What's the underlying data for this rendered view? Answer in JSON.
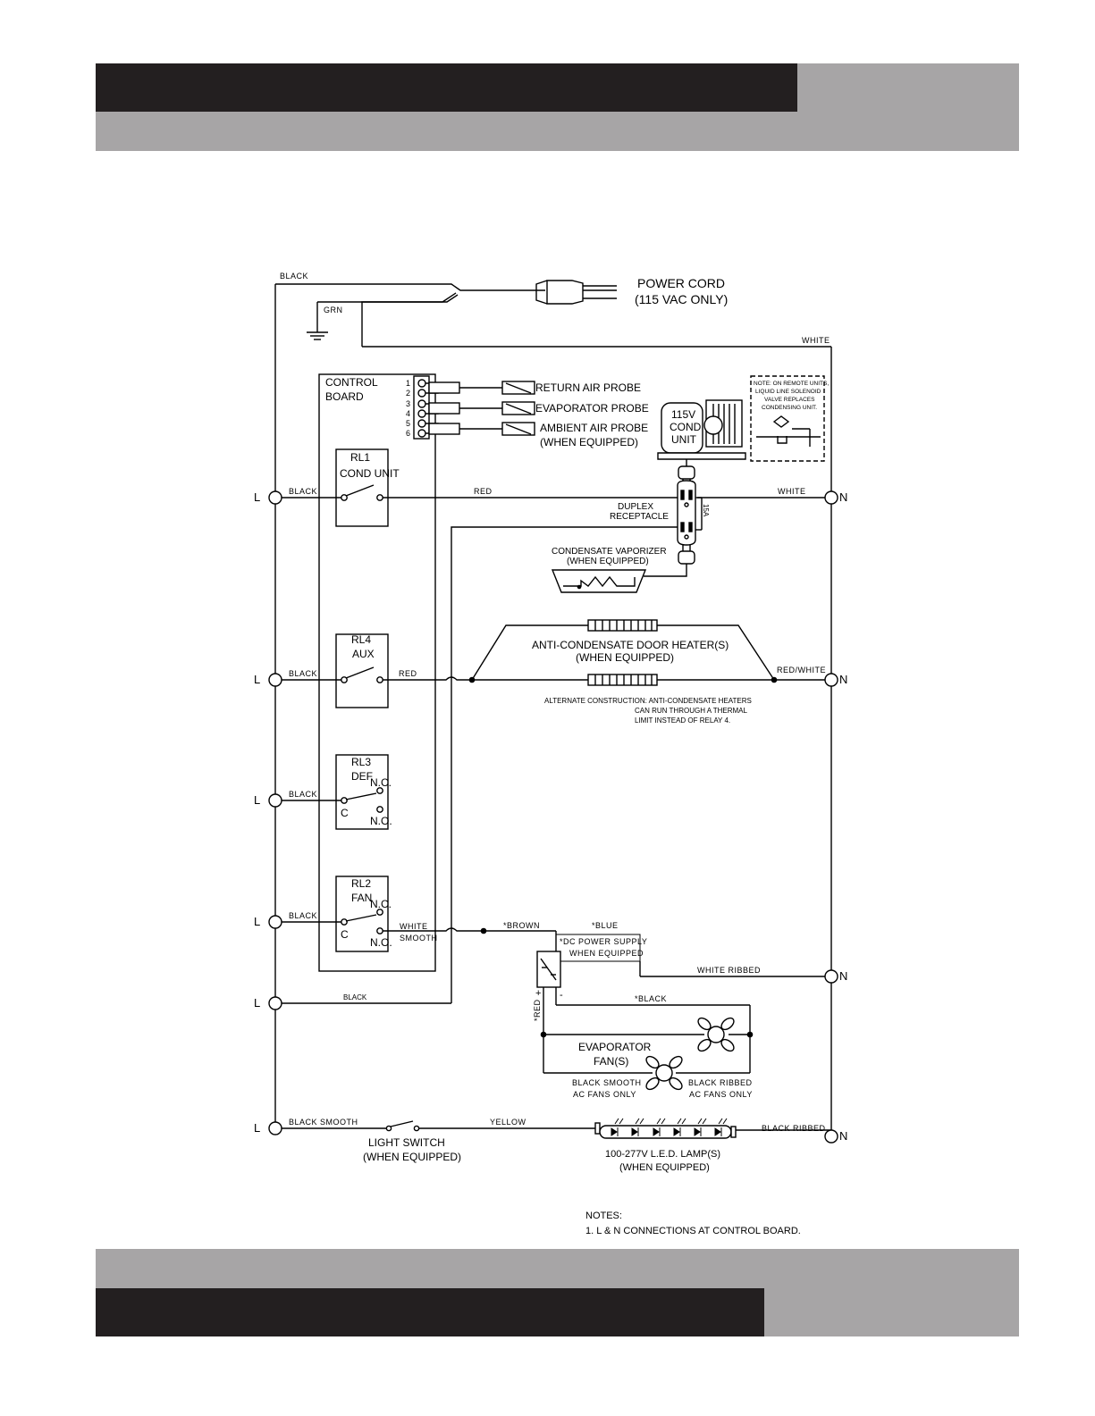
{
  "colors": {
    "dark_bar": "#231f20",
    "grey_bar": "#a7a5a6",
    "line": "#000000"
  },
  "power_cord": {
    "title": "POWER CORD",
    "subtitle": "(115 VAC ONLY)"
  },
  "wires": {
    "black_top": "BLACK",
    "grn": "GRN",
    "white_top": "WHITE",
    "black_rl1": "BLACK",
    "red_rl1": "RED",
    "white_rl1": "WHITE",
    "black_rl4": "BLACK",
    "red_rl4": "RED",
    "red_white": "RED/WHITE",
    "black_rl3": "BLACK",
    "black_rl2": "BLACK",
    "white_smooth_1": "WHITE",
    "white_smooth_2": "SMOOTH",
    "brown": "*BROWN",
    "blue": "*BLUE",
    "white_ribbed": "WHITE RIBBED",
    "black_l6": "BLACK",
    "black_dc": "*BLACK",
    "red_dc": "*RED",
    "black_smooth_fan": "BLACK SMOOTH",
    "ac_fans_1": "AC FANS ONLY",
    "black_ribbed_fan": "BLACK RIBBED",
    "ac_fans_2": "AC FANS ONLY",
    "black_smooth_light": "BLACK SMOOTH",
    "yellow": "YELLOW",
    "black_ribbed_light": "BLACK RIBBED"
  },
  "control_board": {
    "title_1": "CONTROL",
    "title_2": "BOARD",
    "terminals": [
      "1",
      "2",
      "3",
      "4",
      "5",
      "6"
    ],
    "probes": [
      "RETURN AIR PROBE",
      "EVAPORATOR PROBE",
      "AMBIENT AIR PROBE",
      "(WHEN EQUIPPED)"
    ]
  },
  "relays": {
    "rl1": {
      "name": "RL1",
      "label": "COND UNIT"
    },
    "rl4": {
      "name": "RL4",
      "label": "AUX"
    },
    "rl3": {
      "name": "RL3",
      "label": "DEF",
      "nc": "N.C.",
      "no": "N.O.",
      "c": "C"
    },
    "rl2": {
      "name": "RL2",
      "label": "FAN",
      "nc": "N.C.",
      "no": "N.O.",
      "c": "C"
    }
  },
  "cond_unit": {
    "line1": "115V",
    "line2": "COND",
    "line3": "UNIT"
  },
  "remote_note": [
    "NOTE: ON REMOTE UNITS,",
    "LIQUID LINE SOLENOID",
    "VALVE REPLACES",
    "CONDENSING UNIT."
  ],
  "duplex": {
    "line1": "DUPLEX",
    "line2": "RECEPTACLE",
    "side": "15A"
  },
  "vaporizer": {
    "line1": "CONDENSATE VAPORIZER",
    "line2": "(WHEN EQUIPPED)"
  },
  "door_heater": {
    "line1": "ANTI-CONDENSATE DOOR HEATER(S)",
    "line2": "(WHEN EQUIPPED)"
  },
  "alternate": {
    "line1": "ALTERNATE CONSTRUCTION: ANTI-CONDENSATE HEATERS",
    "line2": "CAN RUN THROUGH A THERMAL",
    "line3": "LIMIT INSTEAD OF RELAY 4."
  },
  "dc_power": {
    "line1": "*DC POWER SUPPLY",
    "line2": "WHEN EQUIPPED",
    "plus": "+",
    "minus": "-"
  },
  "evap_fans": {
    "line1": "EVAPORATOR",
    "line2": "FAN(S)"
  },
  "light_switch": {
    "line1": "LIGHT SWITCH",
    "line2": "(WHEN EQUIPPED)"
  },
  "led_lamp": {
    "line1": "100-277V L.E.D. LAMP(S)",
    "line2": "(WHEN EQUIPPED)"
  },
  "notes": {
    "title": "NOTES:",
    "item1": "1. L & N CONNECTIONS AT CONTROL BOARD."
  },
  "terminal_labels": {
    "l": "L",
    "n": "N"
  }
}
